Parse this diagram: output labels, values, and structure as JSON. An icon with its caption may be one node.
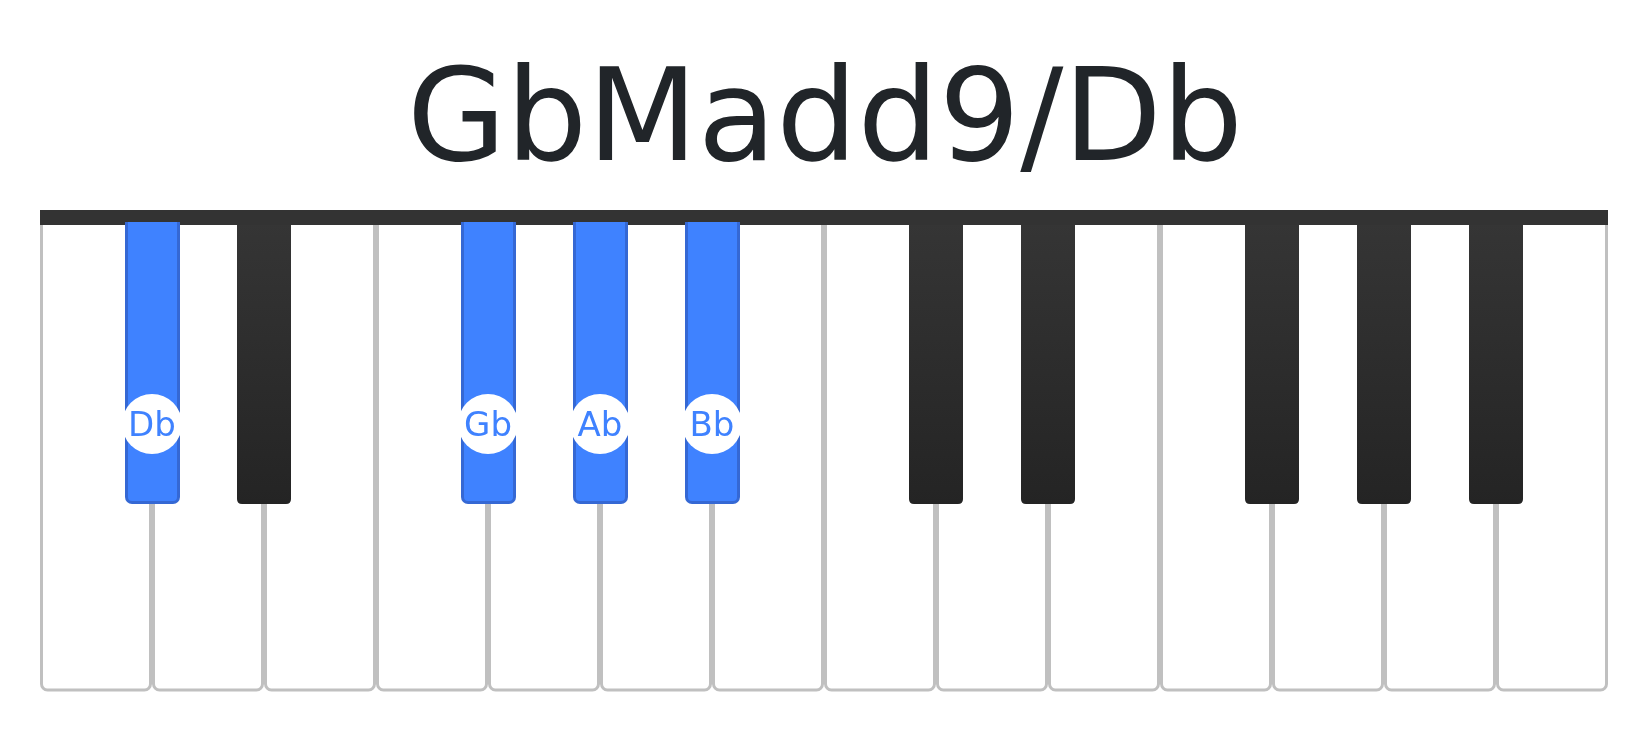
{
  "diagram": {
    "title": "GbMadd9/Db",
    "nodes": [
      {
        "text": [
          "Db"
        ]
      },
      {
        "text": [
          "Gb"
        ]
      },
      {
        "text": [
          "Ab"
        ]
      },
      {
        "text": [
          "Bb"
        ]
      }
    ]
  }
}
